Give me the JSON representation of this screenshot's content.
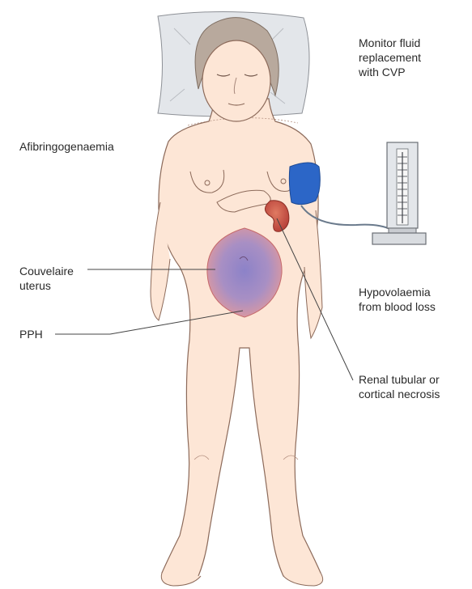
{
  "labels": {
    "monitor": [
      "Monitor fluid",
      "replacement",
      "with CVP"
    ],
    "afibrinogenaemia": "Afibringogenaemia",
    "couvelaire": [
      "Couvelaire",
      "uterus"
    ],
    "pph": "PPH",
    "hypovolaemia": [
      "Hypovolaemia",
      "from blood loss"
    ],
    "renal": [
      "Renal tubular or",
      "cortical necrosis"
    ]
  },
  "colors": {
    "skin": "#fde6d6",
    "outline": "#8c6a5a",
    "uterus": "#9a86c4",
    "kidney": "#c94f3f",
    "cuff": "#2c66c7",
    "pillow": "#e3e6ea",
    "hair": "#b8a99d"
  }
}
